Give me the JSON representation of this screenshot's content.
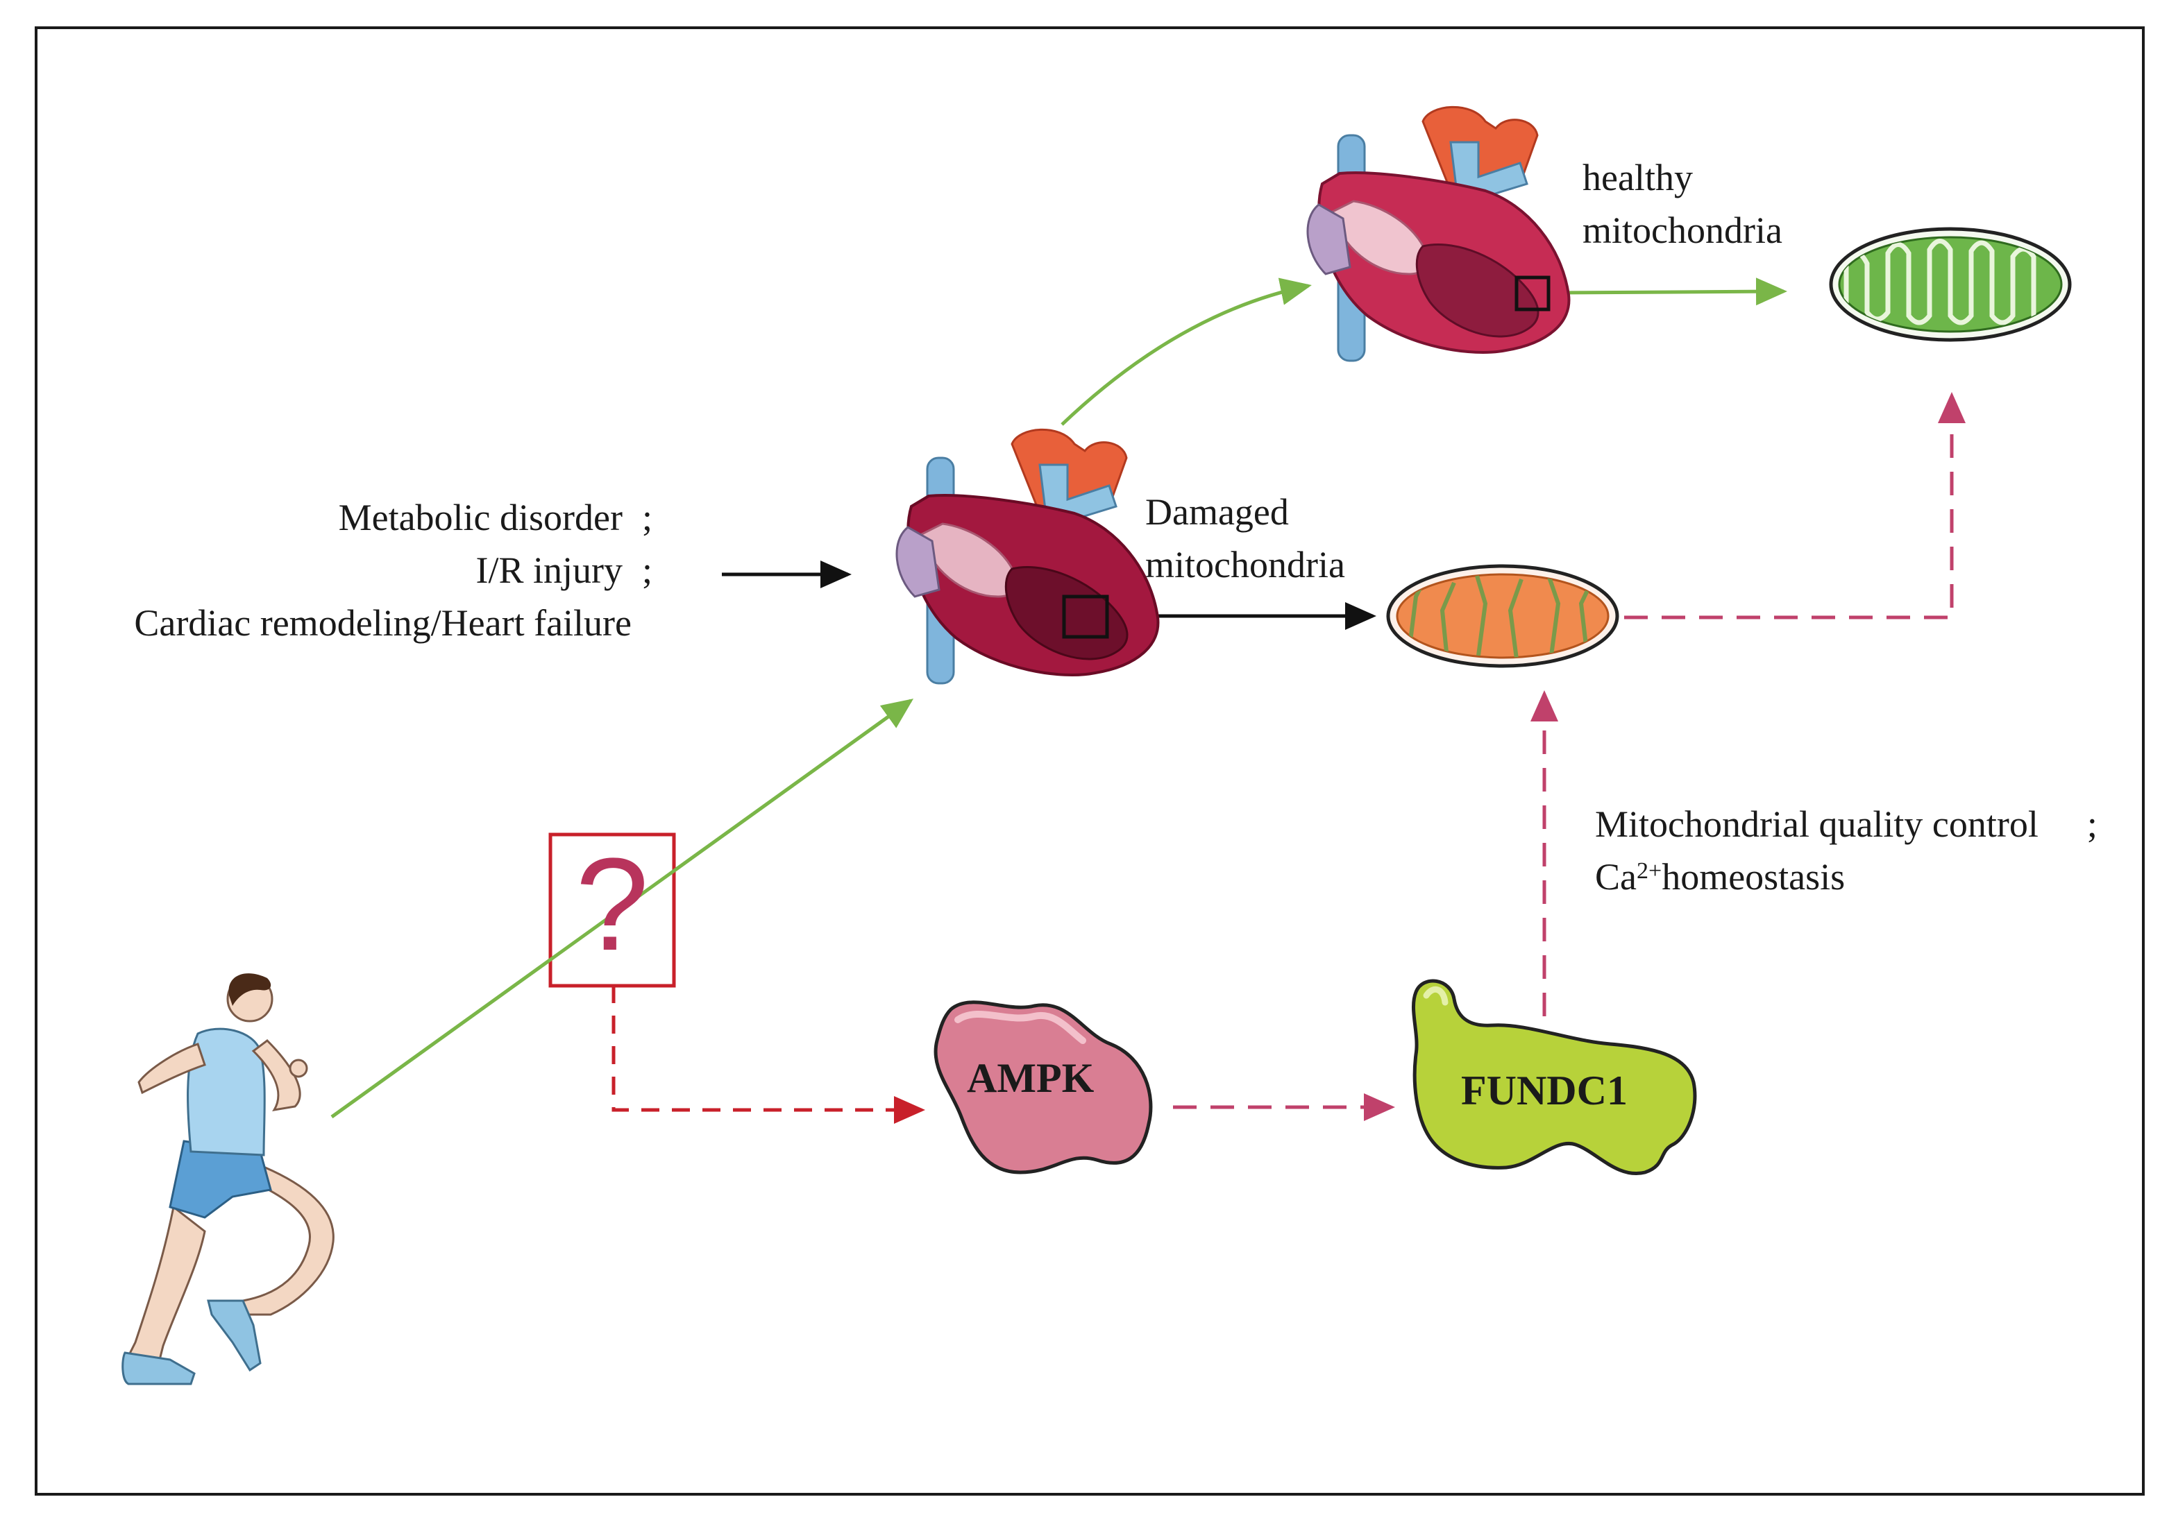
{
  "labels": {
    "healthy_1": "healthy",
    "healthy_2": "mitochondria",
    "damaged_1": "Damaged",
    "damaged_2": "mitochondria",
    "cause_1": "Metabolic disorder",
    "cause_2": "I/R injury",
    "cause_3": "Cardiac remodeling/Heart failure",
    "separator": ";",
    "mqc_1": "Mitochondrial quality control",
    "mqc_2_base": "Ca",
    "mqc_2_sup": "2+",
    "mqc_2_rest": "homeostasis",
    "question": "?"
  },
  "proteins": {
    "ampk": "AMPK",
    "fundc1": "FUNDC1"
  },
  "colors": {
    "green_arrow": "#7ab648",
    "pink_dashed": "#c0416b",
    "red_dashed": "#c8202a",
    "black_arrow": "#111111",
    "question_box": "#c8202a",
    "ampk_fill": "#d97e93",
    "fundc1_fill": "#b7d23a",
    "healthy_mito_fill": "#6db64a",
    "damaged_mito_fill": "#f08a4e"
  }
}
